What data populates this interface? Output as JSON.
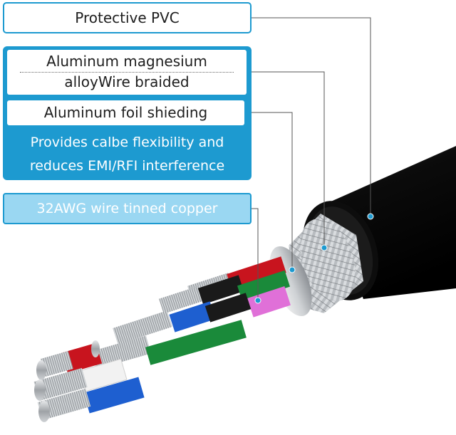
{
  "labels": {
    "protective_pvc": "Protective PVC",
    "alloy_line1": "Aluminum magnesium",
    "alloy_line2": "alloyWire braided",
    "foil": "Aluminum foil shieding",
    "emi_line1": "Provides calbe flexibility and",
    "emi_line2": "reduces EMI/RFI interference",
    "copper": "32AWG wire tinned copper"
  },
  "colors": {
    "accent": "#1d9ad0",
    "copper_box": "#9ad7f2",
    "jacket": "#111111",
    "wire_red": "#c8141e",
    "wire_green": "#1a8a3a",
    "wire_blue": "#1e5fd0",
    "wire_pink": "#e070d8",
    "wire_white": "#f2f2f2",
    "wire_black": "#1a1a1a"
  }
}
